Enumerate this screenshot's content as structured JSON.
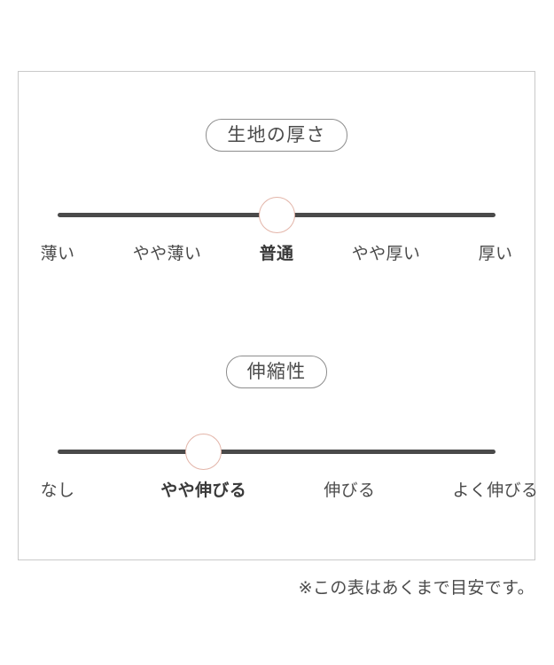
{
  "card": {
    "sections": [
      {
        "id": "fabric-thickness",
        "title": "生地の厚さ",
        "selected_index": 2,
        "options": [
          {
            "label": "薄い"
          },
          {
            "label": "やや薄い"
          },
          {
            "label": "普通"
          },
          {
            "label": "やや厚い"
          },
          {
            "label": "厚い"
          }
        ]
      },
      {
        "id": "stretchiness",
        "title": "伸縮性",
        "selected_index": 1,
        "options": [
          {
            "label": "なし"
          },
          {
            "label": "やや伸びる"
          },
          {
            "label": "伸びる"
          },
          {
            "label": "よく伸びる"
          }
        ]
      }
    ]
  },
  "footnote": "※この表はあくまで目安です。",
  "colors": {
    "selected_dot": "#d96a4f",
    "selected_halo": "#e3b5a9",
    "dot": "#4a4a4a",
    "track": "#4a4a4a",
    "card_border": "#c9c9c9",
    "text": "#4b4b4b"
  }
}
